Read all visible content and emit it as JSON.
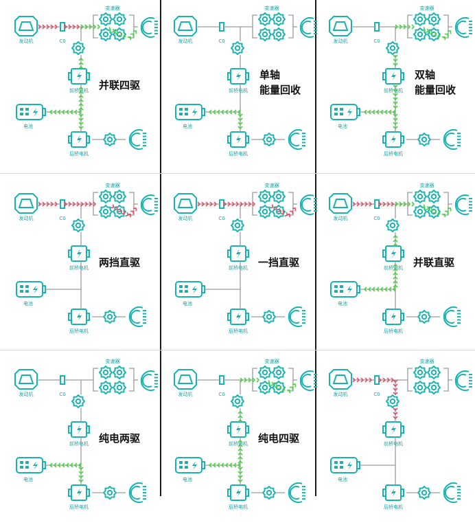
{
  "labels": {
    "engine": "发动机",
    "clutch": "C0",
    "gearbox": "变速器",
    "front_motor": "前桥电机",
    "rear_motor": "后桥电机",
    "battery": "电池"
  },
  "colors": {
    "component": "#17b3b0",
    "line": "#9a9a9a",
    "power_green": "#4ed14a",
    "power_red": "#e0506a"
  },
  "panels": [
    {
      "mode": "并联四驱",
      "engine_to_gearbox": "red",
      "gearbox_to_wheel": "green",
      "front_path": "green-up",
      "battery_link": "green",
      "rear_path": "green"
    },
    {
      "mode": "单轴\n能量回收",
      "engine_to_gearbox": "none",
      "gearbox_to_wheel": "none",
      "front_path": "none",
      "battery_link": "green",
      "rear_path": "green"
    },
    {
      "mode": "双轴\n能量回收",
      "engine_to_gearbox": "none",
      "gearbox_to_wheel": "green",
      "front_path": "green-down",
      "battery_link": "green",
      "rear_path": "green"
    },
    {
      "mode": "两挡直驱",
      "engine_to_gearbox": "red",
      "gearbox_to_wheel": "red",
      "front_path": "none",
      "battery_link": "none",
      "rear_path": "none"
    },
    {
      "mode": "一挡直驱",
      "engine_to_gearbox": "red",
      "gearbox_to_wheel": "red",
      "front_path": "none",
      "battery_link": "none",
      "rear_path": "none"
    },
    {
      "mode": "并联直驱",
      "engine_to_gearbox": "red",
      "gearbox_to_wheel": "green",
      "front_path": "green-up",
      "battery_link": "green",
      "rear_path": "none"
    },
    {
      "mode": "纯电两驱",
      "engine_to_gearbox": "none",
      "gearbox_to_wheel": "none",
      "front_path": "none",
      "battery_link": "green",
      "rear_path": "green"
    },
    {
      "mode": "纯电四驱",
      "engine_to_gearbox": "none",
      "gearbox_to_wheel": "green",
      "front_path": "green-up",
      "battery_link": "green",
      "rear_path": "green"
    },
    {
      "mode": "",
      "engine_to_gearbox": "red-down",
      "gearbox_to_wheel": "none",
      "front_path": "red",
      "battery_link": "none",
      "rear_path": "none"
    }
  ]
}
